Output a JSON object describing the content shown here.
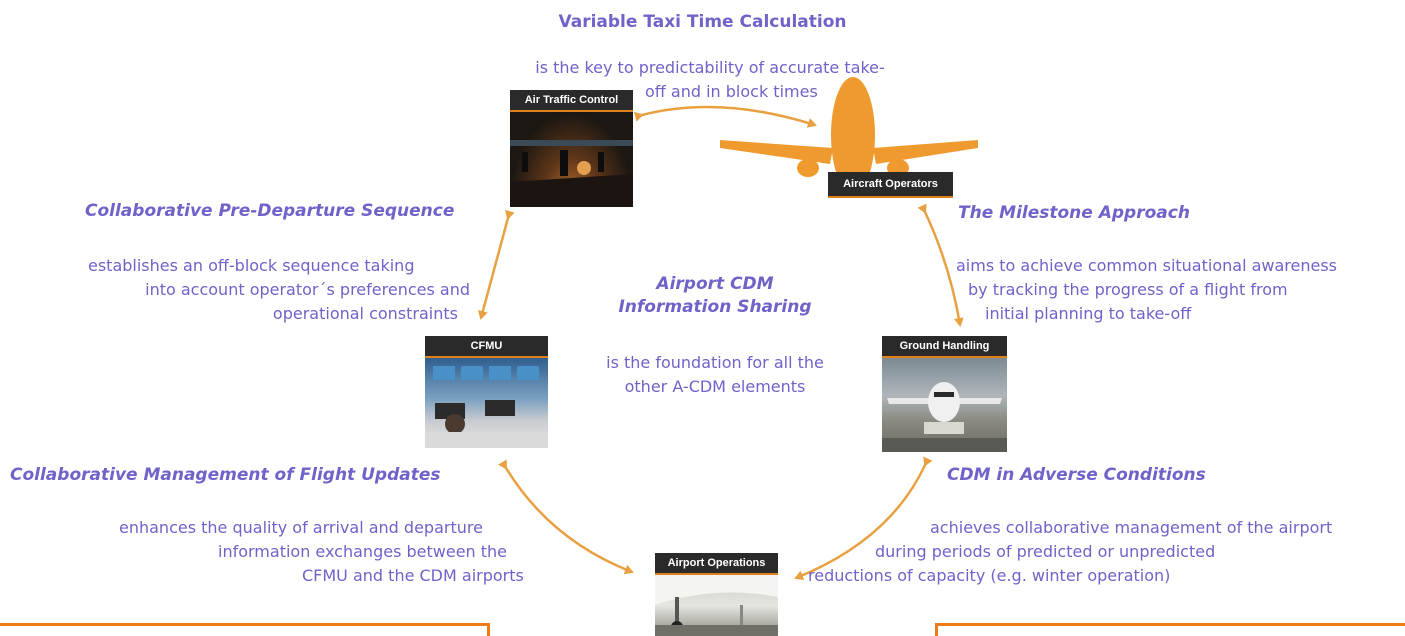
{
  "accent_color": "#e8a040",
  "box_color": "#ef7b18",
  "text_color": "#6f63c9",
  "top": {
    "heading": "Variable  Taxi Time Calculation",
    "line1": "is the key to predictability of accurate take-",
    "line2": "off and in block times"
  },
  "left_upper": {
    "heading": "Collaborative Pre-Departure Sequence",
    "line1": "establishes an off-block sequence taking",
    "line2": "into account operator´s preferences and",
    "line3": "operational constraints"
  },
  "center": {
    "heading1": "Airport CDM",
    "heading2": "Information Sharing",
    "line1": "is the foundation for all the",
    "line2": "other A-CDM elements"
  },
  "right_upper": {
    "heading": "The Milestone Approach",
    "line1": "aims to achieve common situational awareness",
    "line2": "by tracking the progress of a flight from",
    "line3": "initial planning to take-off"
  },
  "left_lower": {
    "heading": "Collaborative Management of Flight Updates",
    "line1": "enhances the quality of arrival and departure",
    "line2": "information exchanges between the",
    "line3": "CFMU and the CDM airports"
  },
  "right_lower": {
    "heading": "CDM in Adverse Conditions",
    "line1": "achieves collaborative  management of  the airport",
    "line2": "during periods of predicted or unpredicted",
    "line3": "reductions of capacity (e.g. winter operation)"
  },
  "cards": {
    "atc": "Air Traffic Control",
    "aircraft_operators": "Aircraft Operators",
    "cfmu": "CFMU",
    "ground_handling": "Ground Handling",
    "airport_operations": "Airport Operations"
  }
}
